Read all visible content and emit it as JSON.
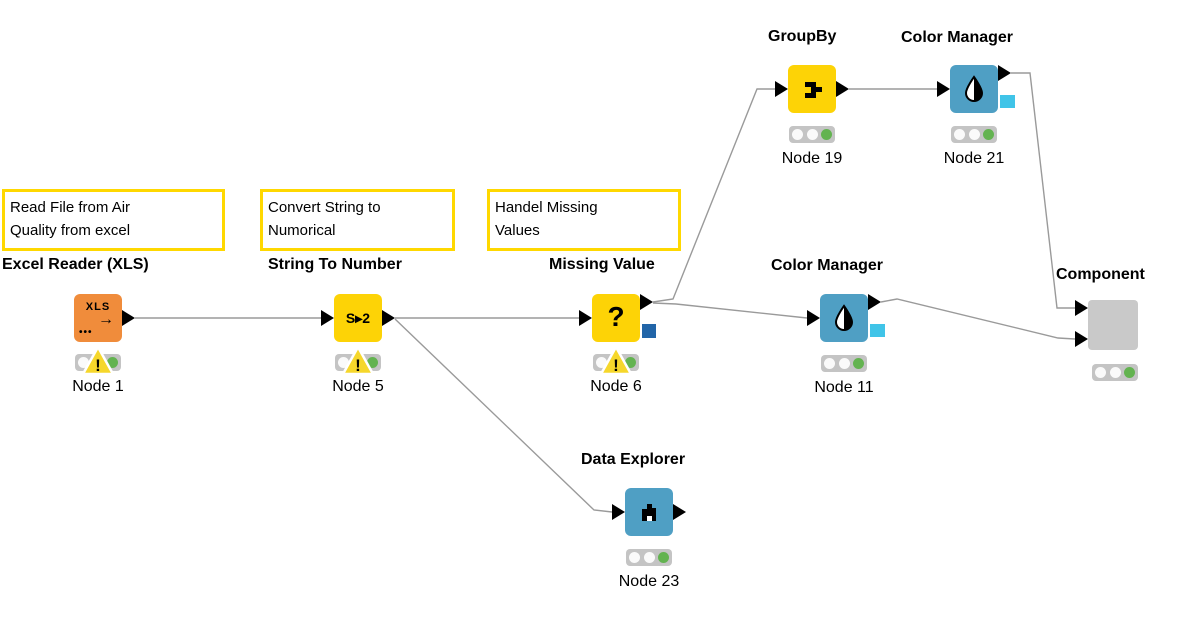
{
  "annotations": [
    {
      "lines": [
        "Read File from Air",
        "Quality from excel"
      ]
    },
    {
      "lines": [
        "Convert String to",
        "Numorical"
      ]
    },
    {
      "lines": [
        "Handel Missing",
        "Values"
      ]
    }
  ],
  "nodes": [
    {
      "title": "Excel Reader (XLS)",
      "label": "Node 1",
      "status": "executed with warning",
      "icon": "xls-icon",
      "icon_text": "XLS",
      "icon_arrow": "→",
      "icon_dots": "•••"
    },
    {
      "title": "String To Number",
      "label": "Node 5",
      "status": "executed with warning",
      "icon": "s2n-icon",
      "icon_text": "S▸2"
    },
    {
      "title": "Missing Value",
      "label": "Node 6",
      "status": "executed with warning",
      "icon": "question-icon",
      "icon_text": "?"
    },
    {
      "title": "GroupBy",
      "label": "Node 19",
      "status": "executed",
      "icon": "groupby-icon"
    },
    {
      "title": "Color Manager",
      "label": "Node 21",
      "status": "executed",
      "icon": "droplet-icon"
    },
    {
      "title": "Color Manager",
      "label": "Node 11",
      "status": "executed",
      "icon": "droplet-icon"
    },
    {
      "title": "Data Explorer",
      "label": "Node 23",
      "status": "executed",
      "icon": "histogram-icon"
    },
    {
      "title": "Component",
      "label": "",
      "status": "executed",
      "icon": "none"
    }
  ],
  "edges": [
    {
      "from": "Node 1",
      "to": "Node 5"
    },
    {
      "from": "Node 5",
      "to": "Node 6"
    },
    {
      "from": "Node 5",
      "to": "Node 23"
    },
    {
      "from": "Node 6",
      "to": "Node 19"
    },
    {
      "from": "Node 6",
      "to": "Node 11"
    },
    {
      "from": "Node 19",
      "to": "Node 21"
    },
    {
      "from": "Node 21",
      "to": "Component"
    },
    {
      "from": "Node 11",
      "to": "Component"
    }
  ],
  "colors": {
    "node_orange": "#f08c3b",
    "node_yellow": "#fdd306",
    "node_blue": "#4f9fc4",
    "component_gray": "#c9c9c9",
    "data_port_black": "#000000",
    "pmml_port_blue": "#2265a8",
    "color_model_port_cyan": "#40c4e8",
    "status_green": "#63b350",
    "warning_yellow": "#f6d72b",
    "annotation_border_yellow": "#ffd800",
    "edge_gray": "#9a9a9a"
  }
}
